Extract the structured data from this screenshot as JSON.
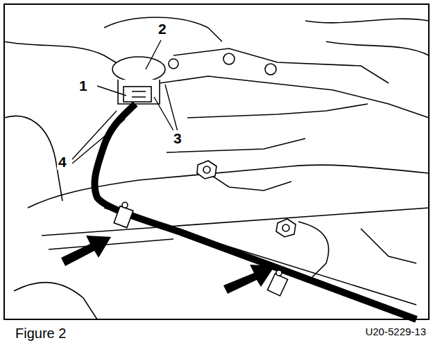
{
  "diagram": {
    "caption": "Figure 2",
    "labels": [
      "1",
      "2",
      "3",
      "4",
      "U20-5229-13"
    ]
  }
}
